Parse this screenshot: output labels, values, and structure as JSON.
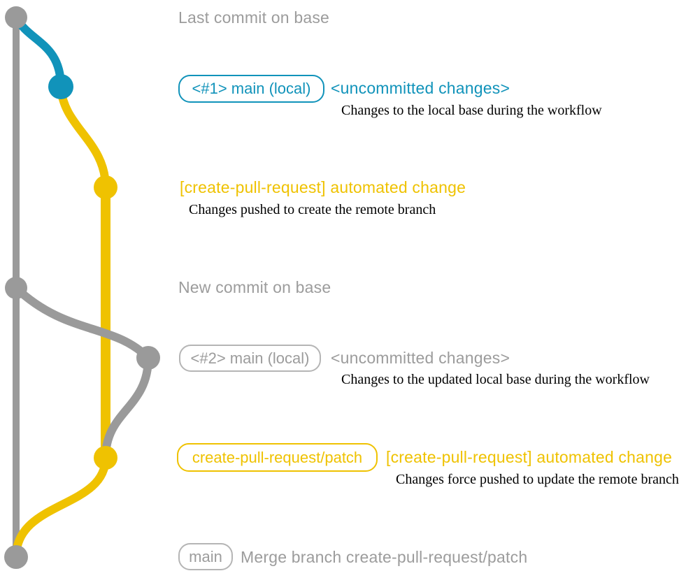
{
  "colors": {
    "blue": "#1193BA",
    "yellow": "#EFC201",
    "gray": "#9A9A9A",
    "gray_text": "#9C9C9C",
    "gray_border": "#B5B5B5",
    "caption": "#000000"
  },
  "annotations": {
    "last_commit": "Last commit on base",
    "checkpoint1": {
      "badge": "<#1> main (local)",
      "status": "<uncommitted changes>",
      "caption": "Changes to the local base during the workflow"
    },
    "push1": {
      "title": "[create-pull-request] automated change",
      "caption": "Changes pushed to create the remote branch"
    },
    "new_commit": "New commit on base",
    "checkpoint2": {
      "badge": "<#2> main (local)",
      "status": "<uncommitted changes>",
      "caption": "Changes to the updated local base during the workflow"
    },
    "push2": {
      "badge": "create-pull-request/patch",
      "title": "[create-pull-request] automated change",
      "caption": "Changes force pushed to update the remote branch"
    },
    "merge": {
      "badge": "main",
      "message": "Merge branch create-pull-request/patch"
    }
  }
}
